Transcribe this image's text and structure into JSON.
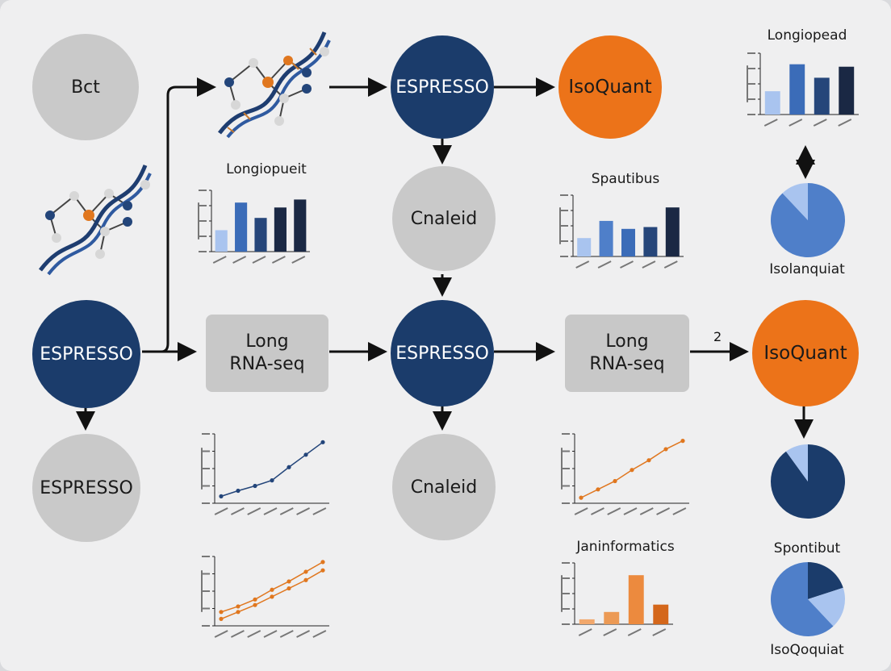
{
  "nodes": {
    "bct": "Bct",
    "espresso_top": "ESPRESSO",
    "isoquant_top": "IsoQuant",
    "cnaleid_top": "Cnaleid",
    "espresso_left": "ESPRESSO",
    "long_rnaseq_1": [
      "Long",
      "RNA-seq"
    ],
    "espresso_center": "ESPRESSO",
    "long_rnaseq_2": [
      "Long",
      "RNA-seq"
    ],
    "isoquant_right": "IsoQuant",
    "espresso_bottom_left": "ESPRESSO",
    "cnaleid_bottom": "Cnaleid"
  },
  "edge_label_2": "2",
  "titles": {
    "longiopeuit": "Longiopueit",
    "spautibus": "Spautibus",
    "longiopead": "Longiopead",
    "isolanquiat": "Isolanquiat",
    "janinformatics": "Janinformatics",
    "spontibut": "Spontibut",
    "isoqoquiat": "IsoQoquiat"
  },
  "colors": {
    "navy": "#1b3c6b",
    "orange": "#ec7319",
    "gray": "#c9c9c9",
    "blue_light": "#a9c4ef",
    "blue_mid": "#4f7fc9",
    "blue_dark": "#22406e",
    "navy_darkest": "#1a2844"
  },
  "chart_data": [
    {
      "id": "longiopueit",
      "type": "bar",
      "title": "Longiopueit",
      "values": [
        35,
        80,
        55,
        72,
        85
      ],
      "colors": [
        "#a9c4ef",
        "#3b6cb8",
        "#26467a",
        "#1a2844"
      ],
      "ylim": [
        0,
        100
      ]
    },
    {
      "id": "spautibus",
      "type": "bar",
      "title": "Spautibus",
      "values": [
        30,
        58,
        45,
        48,
        80
      ],
      "colors": [
        "#a9c4ef",
        "#4f7fc9",
        "#3b6cb8",
        "#26467a",
        "#1a2844"
      ],
      "ylim": [
        0,
        100
      ]
    },
    {
      "id": "longiopead",
      "type": "bar",
      "title": "Longiopead",
      "values": [
        38,
        82,
        60,
        78
      ],
      "colors": [
        "#a9c4ef",
        "#3b6cb8",
        "#26467a",
        "#1a2844"
      ],
      "ylim": [
        0,
        100
      ]
    },
    {
      "id": "janinformatics",
      "type": "bar",
      "title": "Janinformatics",
      "values": [
        8,
        20,
        80,
        32
      ],
      "colors": [
        "#f2a86c",
        "#ec9a55",
        "#ec8a3e",
        "#d4671b"
      ],
      "ylim": [
        0,
        100
      ]
    },
    {
      "id": "line_left_blue",
      "type": "line",
      "series": [
        {
          "values": [
            10,
            18,
            25,
            33,
            52,
            70,
            88
          ]
        }
      ],
      "colors": [
        "#23457a"
      ],
      "ylim": [
        0,
        100
      ]
    },
    {
      "id": "line_right_orange",
      "type": "line",
      "series": [
        {
          "values": [
            8,
            20,
            32,
            48,
            62,
            78,
            90
          ]
        }
      ],
      "colors": [
        "#e0771f"
      ],
      "ylim": [
        0,
        100
      ]
    },
    {
      "id": "line_left_orange_double",
      "type": "line",
      "series": [
        {
          "values": [
            20,
            28,
            38,
            52,
            64,
            78,
            92
          ]
        },
        {
          "values": [
            10,
            20,
            30,
            42,
            54,
            66,
            80
          ]
        }
      ],
      "colors": [
        "#e0771f",
        "#e0771f"
      ],
      "ylim": [
        0,
        100
      ]
    },
    {
      "id": "pie_isolanquiat",
      "type": "pie",
      "title": "Isolanquiat",
      "values": [
        88,
        12
      ],
      "colors": [
        "#4f7fc9",
        "#a9c4ef"
      ]
    },
    {
      "id": "pie_navy",
      "type": "pie",
      "values": [
        90,
        10
      ],
      "colors": [
        "#1b3c6b",
        "#a9c4ef"
      ]
    },
    {
      "id": "pie_spontibut",
      "type": "pie",
      "title": "Spontibut",
      "values": [
        20,
        18,
        62
      ],
      "colors": [
        "#1b3c6b",
        "#a9c4ef",
        "#4f7fc9"
      ]
    }
  ]
}
